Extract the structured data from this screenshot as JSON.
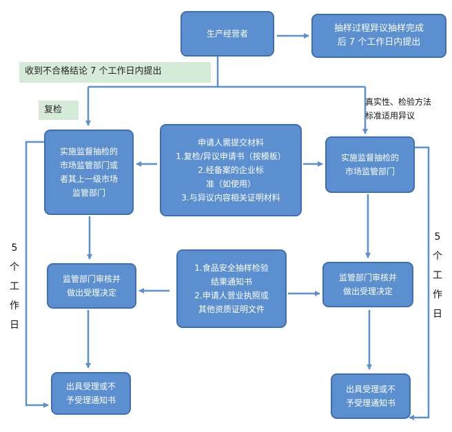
{
  "boxes": {
    "producer": [
      "生产经营者"
    ],
    "sampling_objection": [
      "抽样过程异议抽样完成",
      "后 7 个工作日内提出"
    ],
    "left_market_dept": [
      "实施监督抽检的",
      "市场监管部门或",
      "者其上一级市场",
      "监管部门"
    ],
    "materials": [
      "申请人需提交材料",
      "1.复检/异议申请书（按模板）",
      "2.经备案的企业标",
      "准（如使用）",
      "3.与异议内容相关证明材料"
    ],
    "right_market_dept": [
      "实施监督抽检的",
      "市场监管部门"
    ],
    "left_review": [
      "监管部门审核并",
      "做出受理决定"
    ],
    "notices_docs": [
      "1.食品安全抽样检验",
      "结果通知书",
      "2.申请人营业执照或",
      "其他资质证明文件"
    ],
    "right_review": [
      "监管部门审核并",
      "做出受理决定"
    ],
    "left_notice": [
      "出具受理或不",
      "予受理通知书"
    ],
    "right_notice": [
      "出具受理或不",
      "予受理通知书"
    ]
  },
  "notes": {
    "receive_unqualified": "收到不合格结论 7 个工作日内提出",
    "recheck": "复检"
  },
  "labels": {
    "authenticity": [
      "真实性、检验方法",
      "标准适用异议"
    ],
    "five_days": [
      "5",
      "个",
      "工",
      "作",
      "日"
    ]
  },
  "colors": {
    "box_fill": "#5b8fcf",
    "box_border": "#3f6fae",
    "arrow": "#5b8fcf",
    "note_fill": "#d6ead8"
  }
}
